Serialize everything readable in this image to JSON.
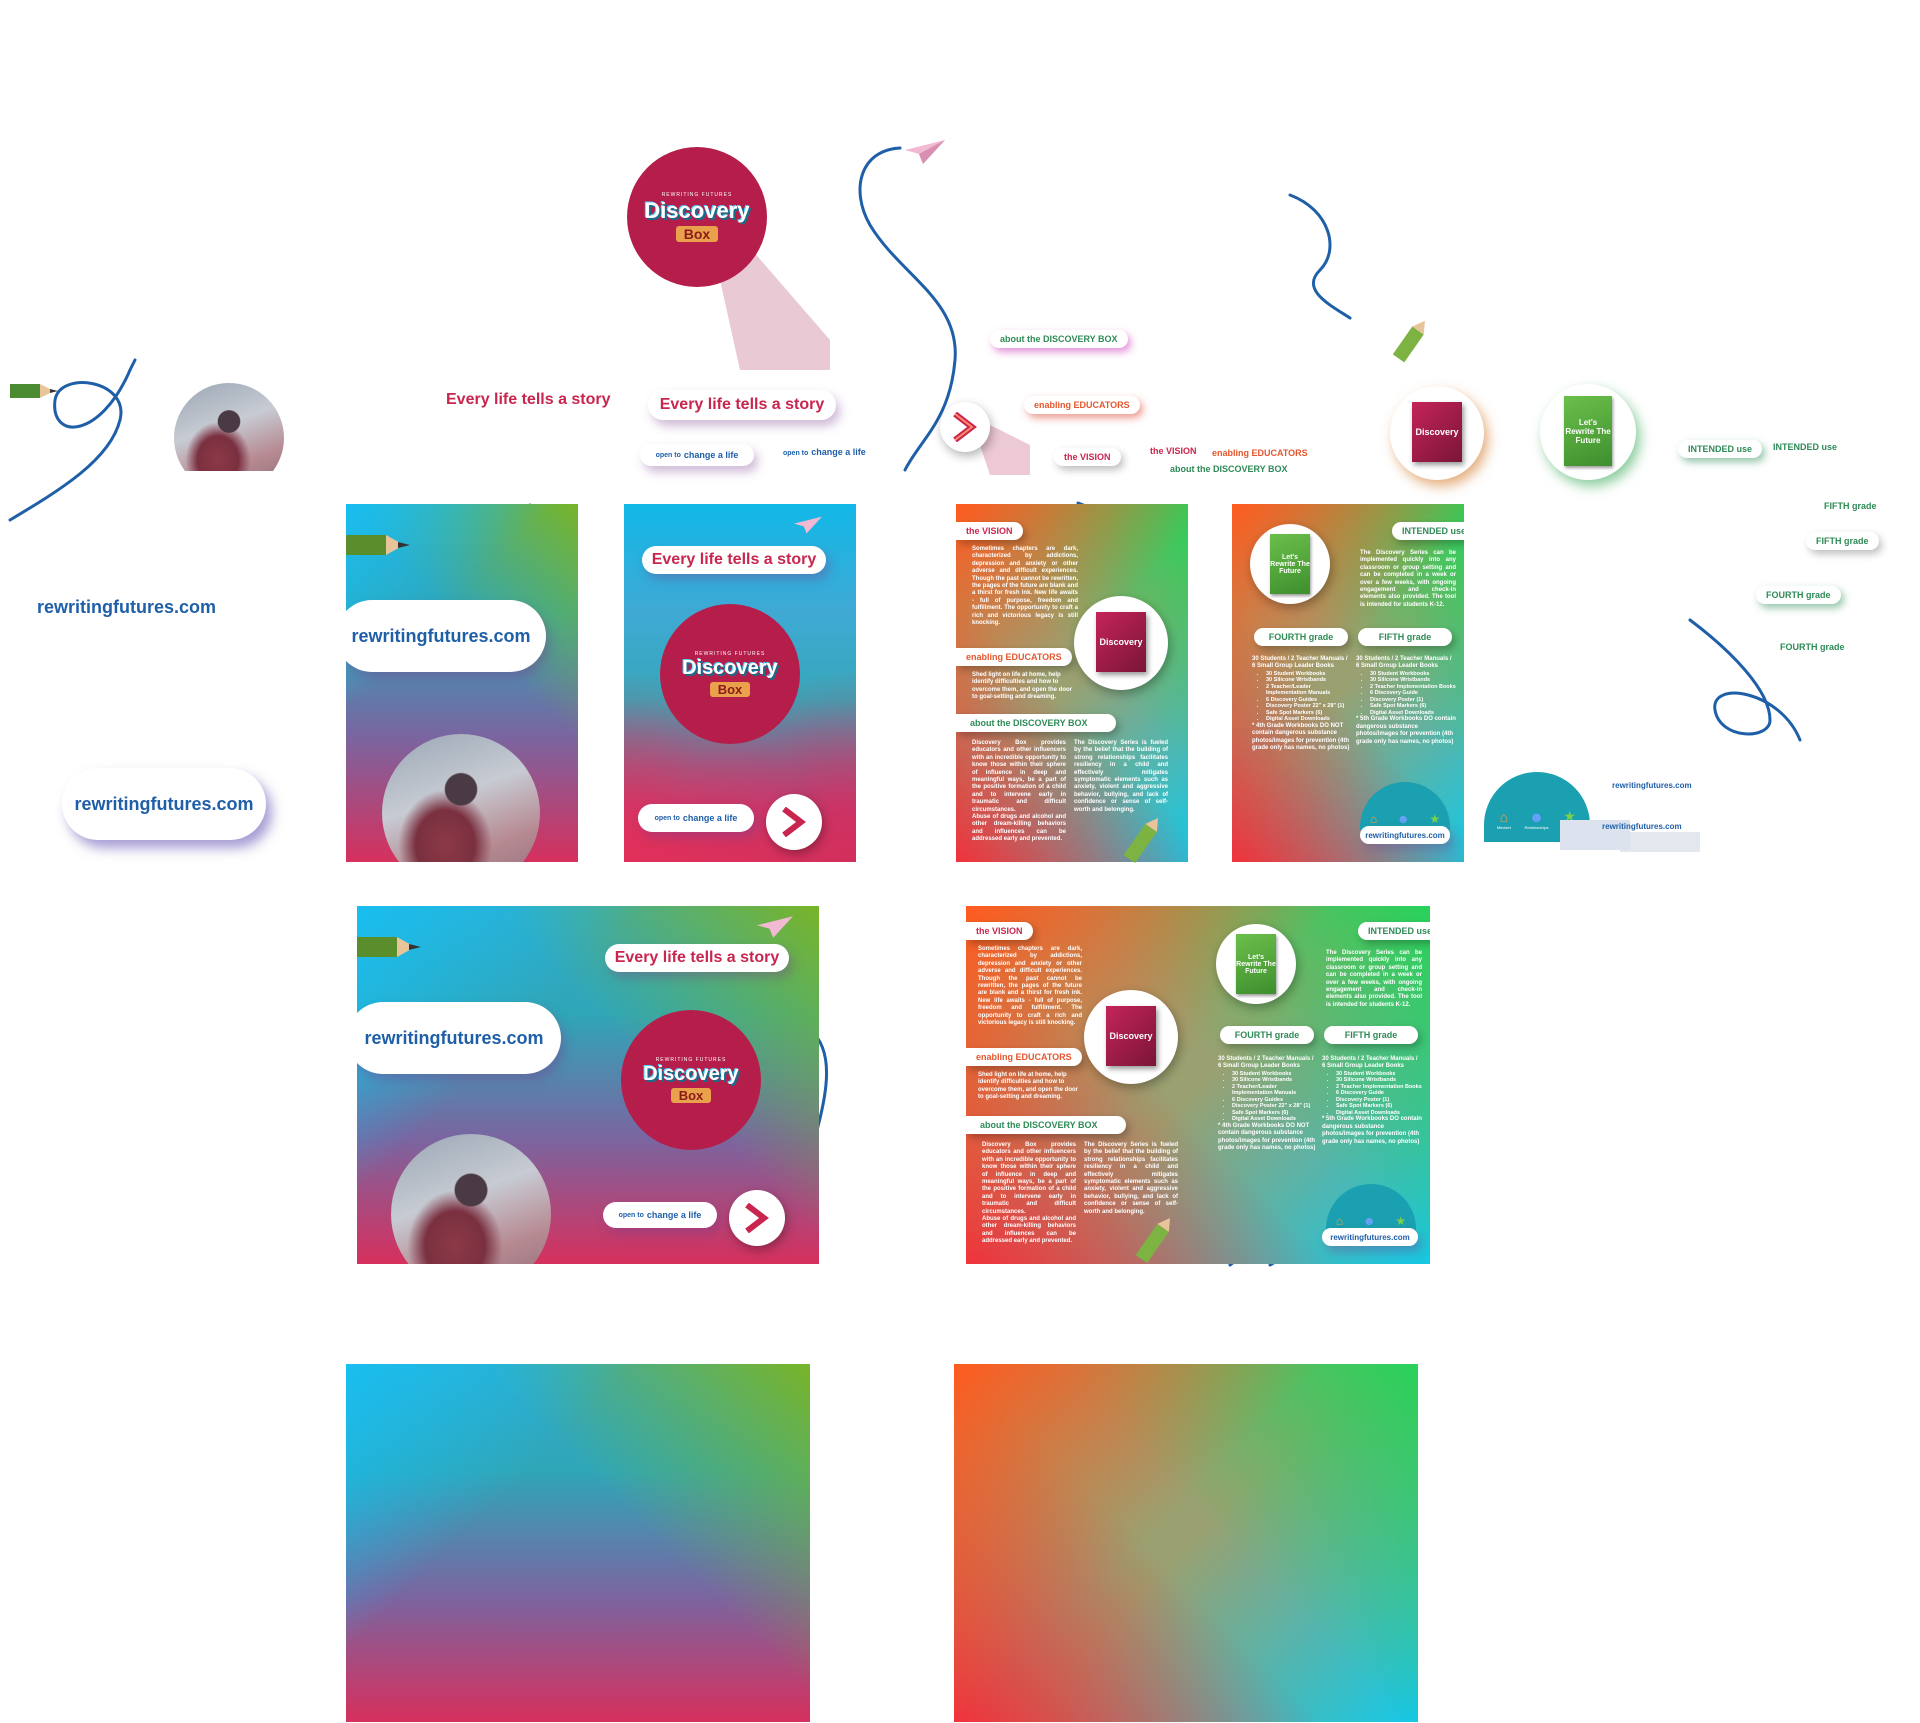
{
  "brand": {
    "tagline": "Every life tells a story",
    "cta_prefix": "open to",
    "cta_main": "change a life",
    "url": "rewritingfutures.com",
    "logo_kicker": "REWRITING FUTURES",
    "logo_title": "Discovery",
    "logo_box": "Box"
  },
  "labels": {
    "about": "about the DISCOVERY BOX",
    "educators": "enabling EDUCATORS",
    "vision": "the VISION",
    "intended": "INTENDED use",
    "fifth": "FIFTH grade",
    "fourth": "FOURTH grade"
  },
  "book": {
    "title": "Let's Rewrite The Future"
  },
  "icons": [
    "Mindset",
    "Relationships",
    "Strategy"
  ],
  "content": {
    "vision_text": "Sometimes chapters are dark, characterized by addictions, depression and anxiety or other adverse and difficult experiences. Though the past cannot be rewritten, the pages of the future are blank and a thirst for fresh ink. New life awaits - full of purpose, freedom and fulfillment. The opportunity to craft a rich and victorious legacy is still knocking.",
    "educators_text": "Shed light on life at home, help identify difficulties and how to overcome them, and open the door to goal-setting and dreaming.",
    "about_text_1": "Discovery Box provides educators and other influencers with an incredible opportunity to know those within their sphere of influence in deep and meaningful ways, be a part of the positive formation of a child and to intervene early in traumatic and difficult circumstances.",
    "about_text_2": "Abuse of drugs and alcohol and other dream-killing behaviors and influences can be addressed early and prevented.",
    "about_text_3": "The Discovery Series is fueled by the belief that the building of strong relationships facilitates resiliency in a child and effectively mitigates symptomatic elements such as anxiety, violent and aggressive behavior, bullying, and lack of confidence or sense of self-worth and belonging.",
    "intended_text": "The Discovery Series can be implemented quickly into any classroom or group setting and can be completed in a week or over a few weeks, with ongoing engagement and check-in elements also provided. The tool is intended for students K-12.",
    "fourth_head": "30 Students / 2 Teacher Manuals / 6 Small Group Leader Books",
    "fourth_items": [
      "30 Student Workbooks",
      "30 Silicone Wristbands",
      "2 Teacher/Leader Implementation Manuals",
      "6 Discovery Guides",
      "Discovery Poster 22\" x 28\" (1)",
      "Safe Spot Markers (6)",
      "Digital Asset Downloads"
    ],
    "fourth_note": "* 4th Grade Workbooks DO NOT contain dangerous substance photos/images for prevention (4th grade only has names, no photos)",
    "fifth_head": "30 Students / 2 Teacher Manuals / 6 Small Group Leader Books",
    "fifth_items": [
      "30 Student Workbooks",
      "30 Silicone Wristbands",
      "2 Teacher Implementation Books",
      "6 Discovery Guide",
      "Discovery Poster (1)",
      "Safe Spot Markers (6)",
      "Digital Asset Downloads"
    ],
    "fifth_note": "* 5th Grade Workbooks DO contain dangerous substance photos/images for prevention (4th grade only has names, no photos)"
  },
  "colors": {
    "story_red": "#c8264e",
    "brand_blue": "#1f5fa8",
    "intended_green": "#2e8b57",
    "educators_orange": "#e4572e",
    "badge_crimson": "#b51e4a"
  }
}
